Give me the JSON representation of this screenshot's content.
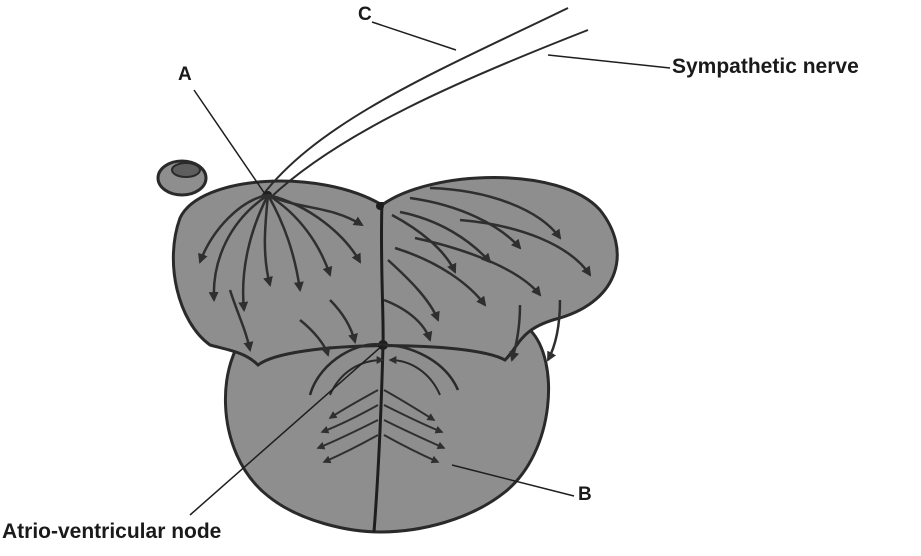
{
  "labels": {
    "a": "A",
    "b": "B",
    "c": "C",
    "sympathetic": "Sympathetic nerve",
    "av_node": "Atrio-ventricular node"
  },
  "colors": {
    "heart_fill": "#8e8e8e",
    "outline": "#2a2a2a",
    "arrow": "#2f2f2f"
  }
}
